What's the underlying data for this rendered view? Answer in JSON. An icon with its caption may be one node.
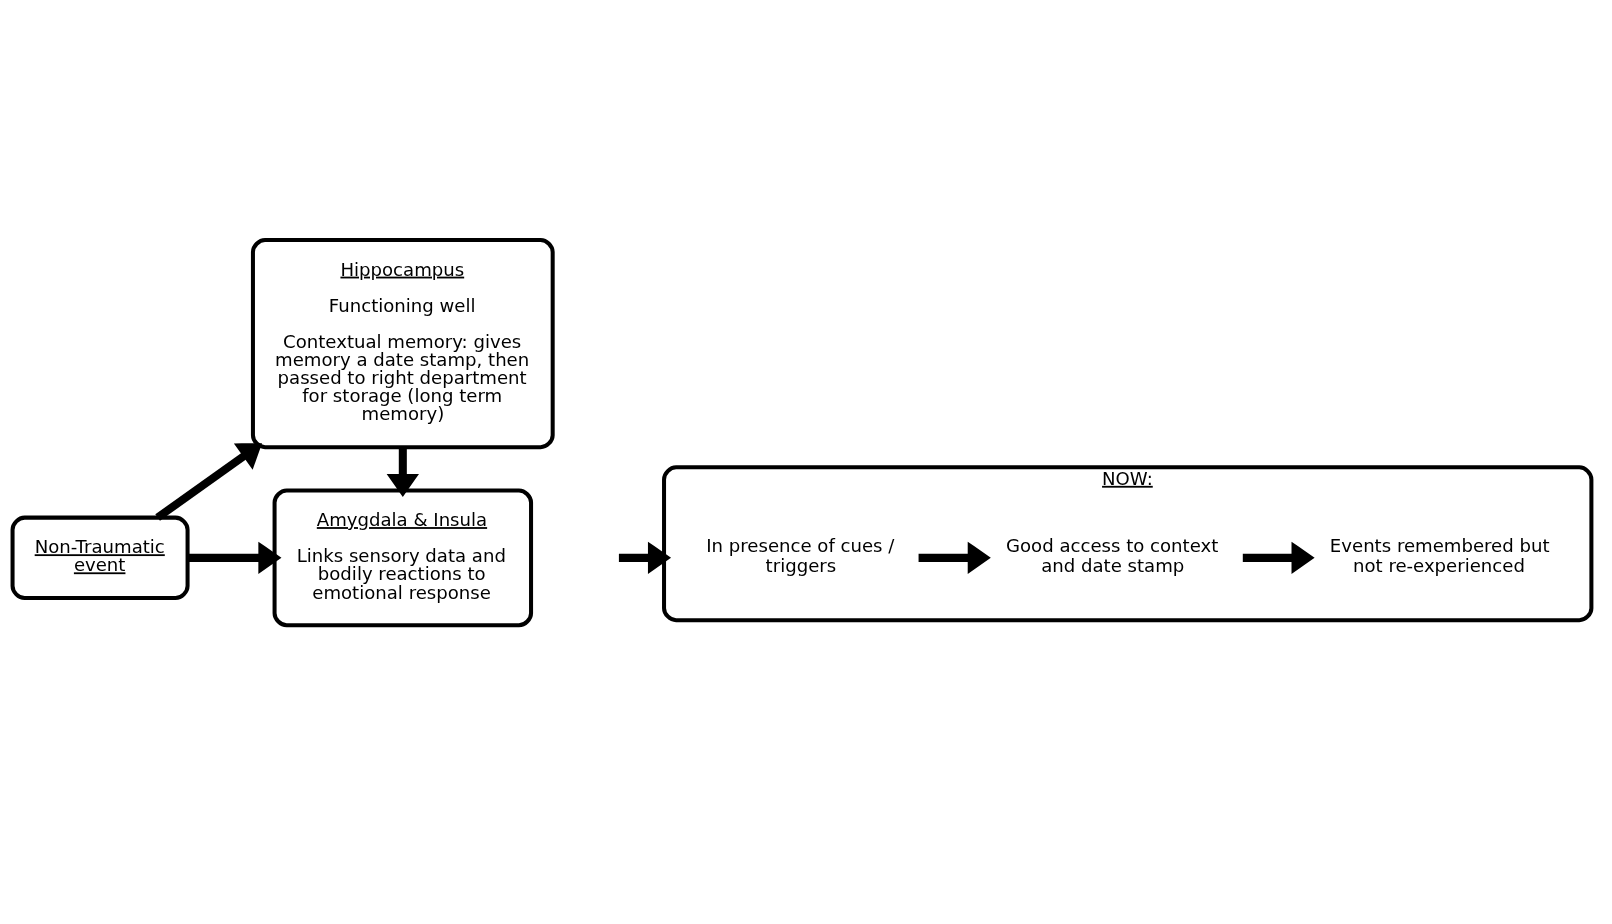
{
  "diagram": {
    "nodes": [
      {
        "text": [
          "Non-Traumatic event"
        ]
      },
      {
        "text": [
          "Hippocampus",
          "Functioning well",
          "Contextual memory: gives memory a date stamp, then passed to right department for storage (long term memory)"
        ]
      },
      {
        "text": [
          "Amygdala & Insula",
          "Links sensory data and bodily reactions to emotional response"
        ]
      },
      {
        "text": [
          "NOW:"
        ]
      },
      {
        "text": [
          "In presence of cues / triggers"
        ],
        "in": 3
      },
      {
        "text": [
          "Good access to context and date stamp"
        ],
        "in": 3
      },
      {
        "text": [
          "Events remembered but not re-experienced"
        ],
        "in": 3
      }
    ],
    "edges": [
      {
        "from": 0,
        "to": 1,
        "arrow": "to"
      },
      {
        "from": 0,
        "to": 2,
        "arrow": "to"
      },
      {
        "from": 1,
        "to": 2,
        "arrow": "to"
      },
      {
        "from": null,
        "to": 3,
        "arrow": "to"
      },
      {
        "from": 4,
        "to": 5,
        "arrow": "to"
      },
      {
        "from": 5,
        "to": 6,
        "arrow": "to"
      }
    ]
  }
}
